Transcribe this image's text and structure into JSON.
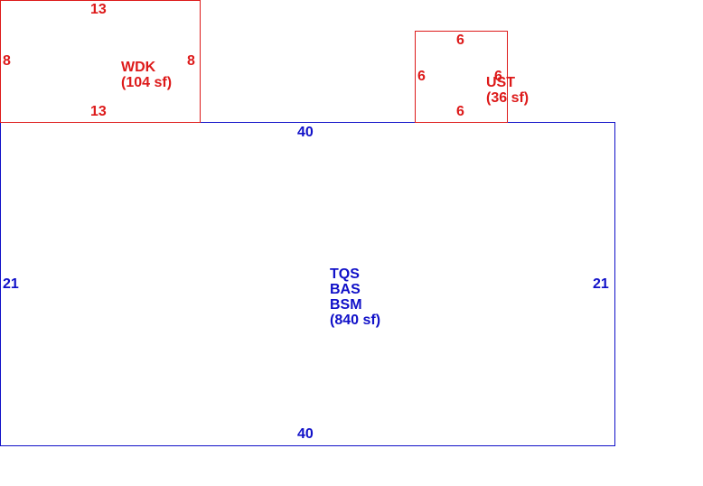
{
  "colors": {
    "main_area": "#1010c8",
    "outbuildings": "#dd1a1a"
  },
  "areas": {
    "main": {
      "codes": [
        "TQS",
        "BAS",
        "BSM"
      ],
      "area": "(840 sf)",
      "dims": {
        "top": "40",
        "bottom": "40",
        "left": "21",
        "right": "21"
      }
    },
    "wdk": {
      "code": "WDK",
      "area": "(104 sf)",
      "dims": {
        "top": "13",
        "bottom": "13",
        "left": "8",
        "right": "8"
      }
    },
    "ust": {
      "code": "UST",
      "area": "(36 sf)",
      "dims": {
        "top": "6",
        "bottom": "6",
        "left": "6",
        "right": "6"
      }
    }
  }
}
